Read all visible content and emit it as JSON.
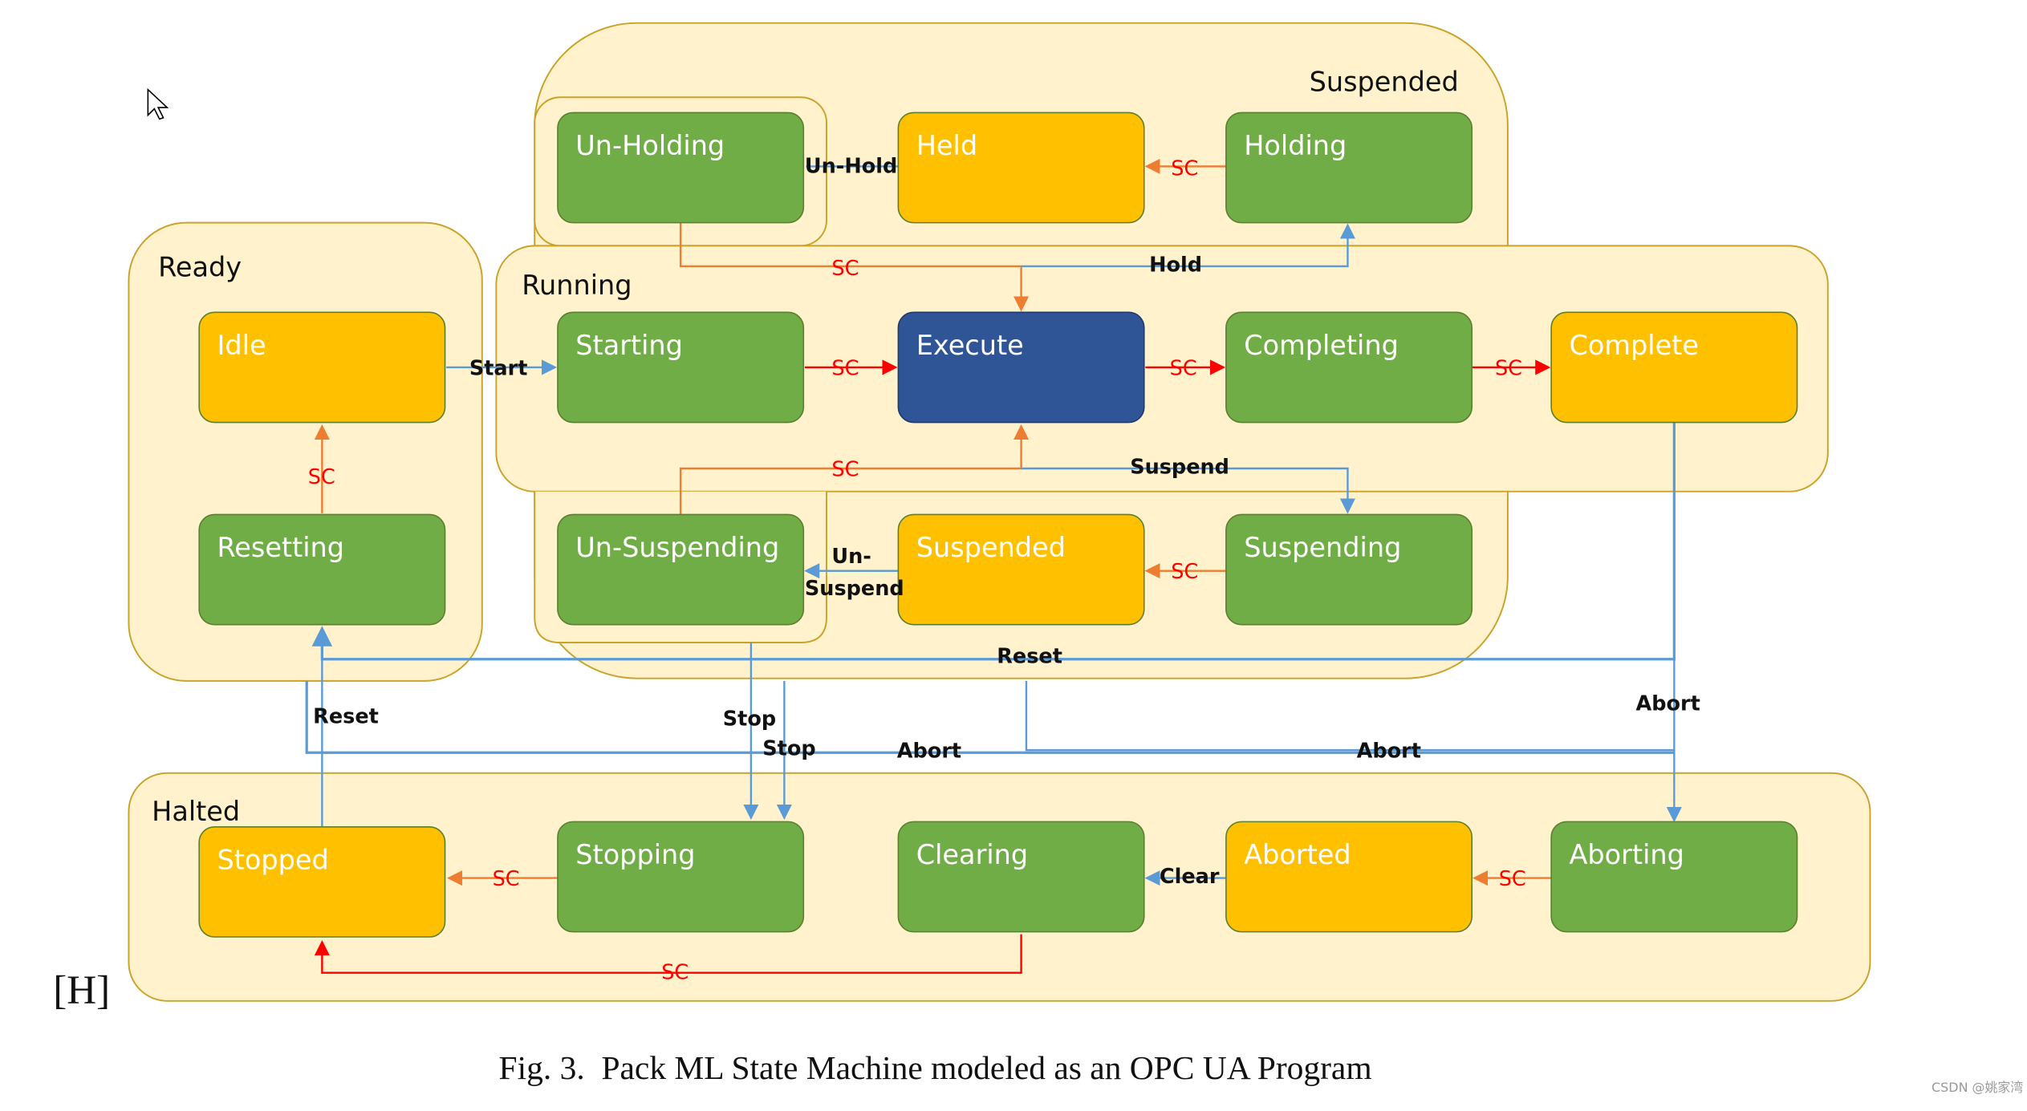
{
  "figure": {
    "caption": "Fig. 3.  Pack ML State Machine modeled as an OPC UA Program",
    "side_marker": "[H]",
    "watermark": "CSDN @姚家湾"
  },
  "colors": {
    "group_fill": "#fff2cc",
    "group_stroke": "#c9a227",
    "active_state": "#70ad47",
    "wait_state": "#ffc000",
    "execute_state": "#2f5597",
    "sc_arrow": "#ff0000",
    "sc_arrow_soft": "#ed7d31",
    "command_arrow": "#5b9bd5"
  },
  "groups": {
    "suspended": "Suspended",
    "ready": "Ready",
    "running": "Running",
    "halted": "Halted"
  },
  "states": {
    "unholding": "Un-Holding",
    "held": "Held",
    "holding": "Holding",
    "idle": "Idle",
    "starting": "Starting",
    "execute": "Execute",
    "completing": "Completing",
    "complete": "Complete",
    "resetting": "Resetting",
    "unsuspending": "Un-Suspending",
    "suspended": "Suspended",
    "suspending": "Suspending",
    "stopped": "Stopped",
    "stopping": "Stopping",
    "clearing": "Clearing",
    "aborted": "Aborted",
    "aborting": "Aborting"
  },
  "transitions": {
    "sc": "SC",
    "unhold": "Un-Hold",
    "hold": "Hold",
    "start": "Start",
    "suspend": "Suspend",
    "unsuspend_1": "Un-",
    "unsuspend_2": "Suspend",
    "reset": "Reset",
    "stop": "Stop",
    "abort": "Abort",
    "clear": "Clear"
  }
}
